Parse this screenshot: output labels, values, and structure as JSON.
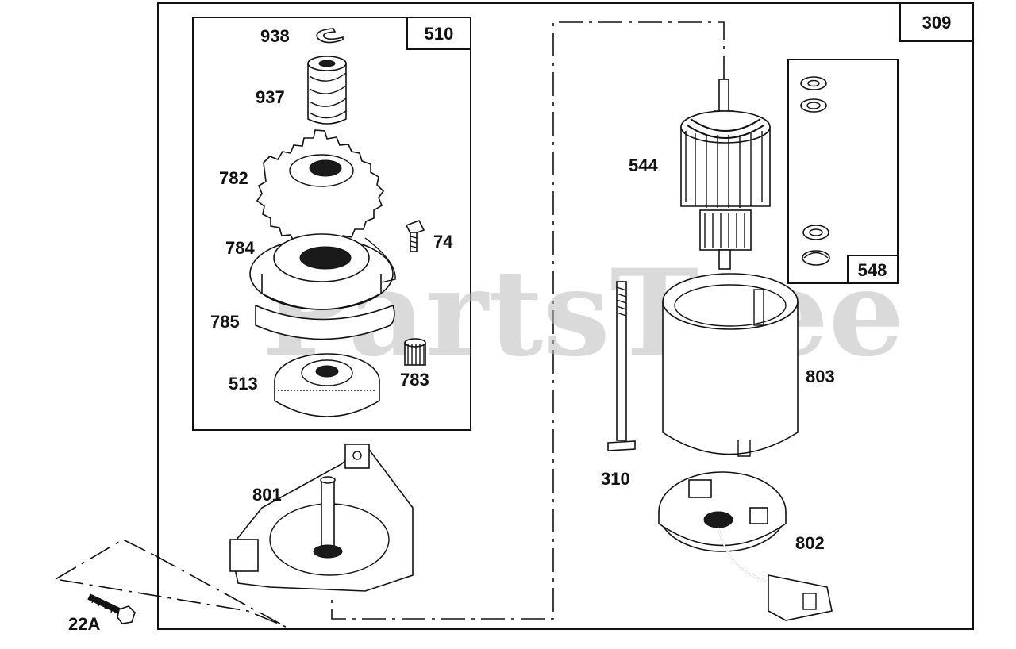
{
  "diagram": {
    "watermark": "PartsTree",
    "groups": [
      {
        "id": "510",
        "label": "510"
      },
      {
        "id": "309",
        "label": "309"
      },
      {
        "id": "548",
        "label": "548"
      }
    ],
    "parts": {
      "p938": "938",
      "p937": "937",
      "p782": "782",
      "p74": "74",
      "p784": "784",
      "p785": "785",
      "p513": "513",
      "p783": "783",
      "p801": "801",
      "p22a": "22A",
      "p544": "544",
      "p803": "803",
      "p310": "310",
      "p802": "802"
    }
  }
}
